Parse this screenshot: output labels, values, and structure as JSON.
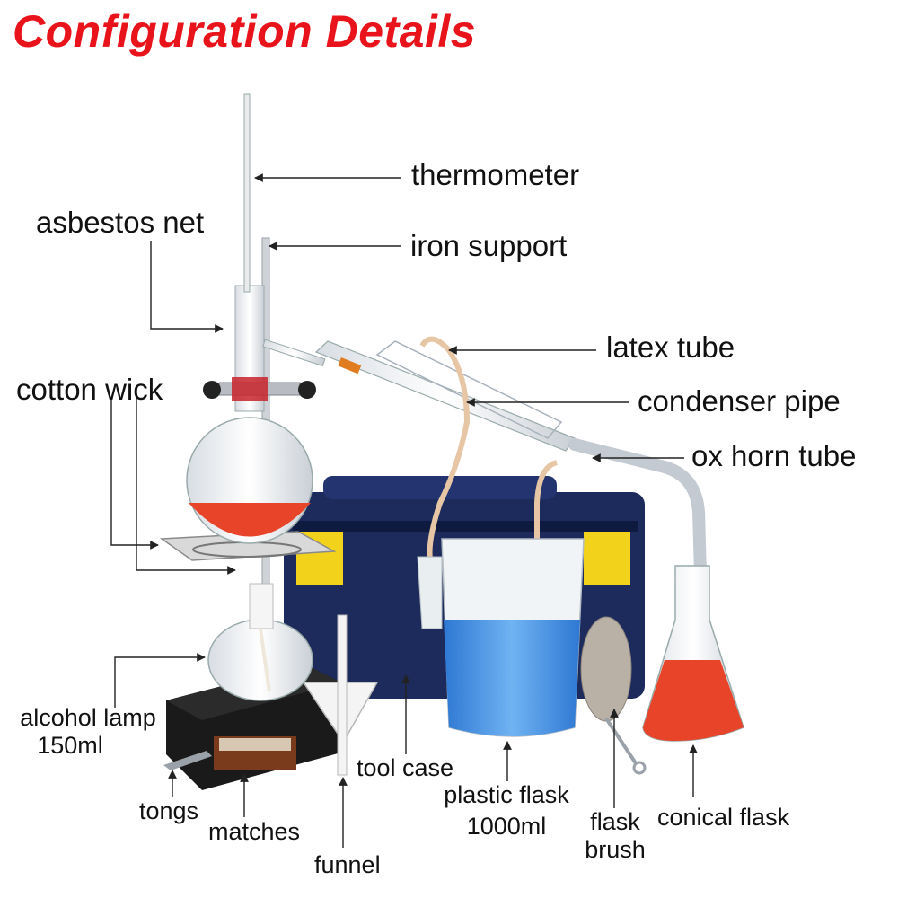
{
  "title": "Configuration Details",
  "labels": {
    "thermometer": "thermometer",
    "asbestos_net": "asbestos net",
    "iron_support": "iron support",
    "latex_tube": "latex tube",
    "cotton_wick": "cotton wick",
    "condenser_pipe": "condenser pipe",
    "ox_horn_tube": "ox horn tube",
    "alcohol_lamp_line1": "alcohol lamp",
    "alcohol_lamp_line2": "150ml",
    "tool_case": "tool case",
    "plastic_flask_line1": "plastic flask",
    "plastic_flask_line2": "1000ml",
    "tongs": "tongs",
    "matches": "matches",
    "funnel": "funnel",
    "flask_brush_line1": "flask",
    "flask_brush_line2": "brush",
    "conical_flask": "conical flask"
  },
  "colors": {
    "title": "#e8131b",
    "liquid_red": "#e8442a",
    "liquid_blue": "#3d8fe0",
    "case": "#1c2a5c",
    "latch": "#f2d21b"
  }
}
